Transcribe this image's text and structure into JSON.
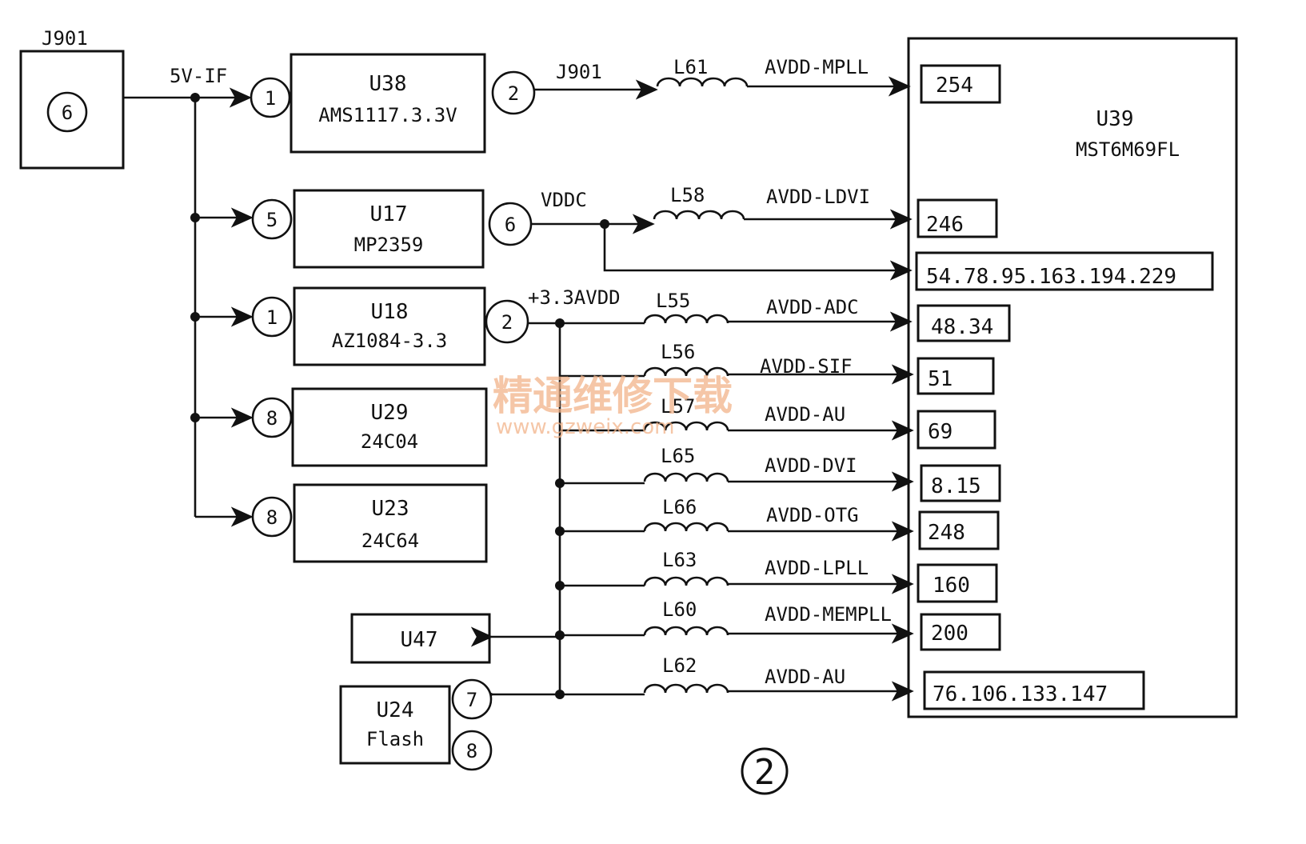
{
  "connector": {
    "ref": "J901",
    "pin": "6"
  },
  "rail_5v": {
    "label": "5V-IF"
  },
  "regulators": [
    {
      "ref": "U38",
      "part": "AMS1117.3.3V",
      "in_pin": "1",
      "out_pin": "2"
    },
    {
      "ref": "U17",
      "part": "MP2359",
      "in_pin": "5",
      "out_pin": "6"
    },
    {
      "ref": "U18",
      "part": "AZ1084-3.3",
      "in_pin": "1",
      "out_pin": "2"
    },
    {
      "ref": "U29",
      "part": "24C04",
      "in_pin": "8"
    },
    {
      "ref": "U23",
      "part": "24C64",
      "in_pin": "8"
    }
  ],
  "net_labels": {
    "u38_out": "J901",
    "u17_out": "VDDC",
    "u18_out": "+3.3AVDD"
  },
  "soc": {
    "ref": "U39",
    "part": "MST6M69FL"
  },
  "rails": [
    {
      "inductor": "L61",
      "net": "AVDD-MPLL",
      "pins": "254"
    },
    {
      "inductor": "L58",
      "net": "AVDD-LDVI",
      "pins": "246"
    },
    {
      "inductor": "",
      "net": "",
      "pins": "54.78.95.163.194.229"
    },
    {
      "inductor": "L55",
      "net": "AVDD-ADC",
      "pins": "48.34"
    },
    {
      "inductor": "L56",
      "net": "AVDD-SIF",
      "pins": "51"
    },
    {
      "inductor": "L57",
      "net": "AVDD-AU",
      "pins": "69"
    },
    {
      "inductor": "L65",
      "net": "AVDD-DVI",
      "pins": "8.15"
    },
    {
      "inductor": "L66",
      "net": "AVDD-OTG",
      "pins": "248"
    },
    {
      "inductor": "L63",
      "net": "AVDD-LPLL",
      "pins": "160"
    },
    {
      "inductor": "L60",
      "net": "AVDD-MEMPLL",
      "pins": "200"
    },
    {
      "inductor": "L62",
      "net": "AVDD-AU",
      "pins": "76.106.133.147"
    }
  ],
  "loads": [
    {
      "ref": "U47"
    },
    {
      "ref": "U24",
      "part": "Flash",
      "pin_a": "7",
      "pin_b": "8"
    }
  ],
  "figure_number": "2",
  "watermark": {
    "cn": "精通维修下载",
    "url": "www.gzweix.com"
  }
}
